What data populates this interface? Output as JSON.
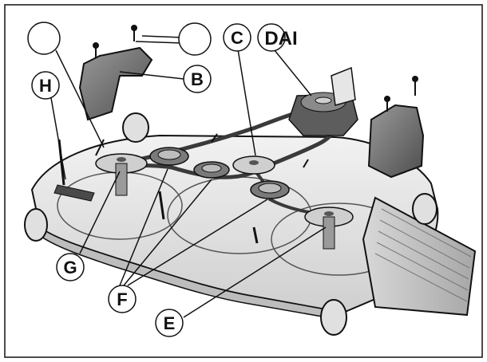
{
  "callouts": {
    "a": "",
    "a2": "",
    "b": "B",
    "c": "C",
    "dai": "DAI",
    "e": "E",
    "f": "F",
    "g": "G",
    "h": "H"
  },
  "colors": {
    "outline": "#111111",
    "metal_light": "#e6e6e6",
    "metal_mid": "#b9b9b9",
    "metal_dark": "#6f6f6f",
    "belt": "#3a3a3a"
  }
}
